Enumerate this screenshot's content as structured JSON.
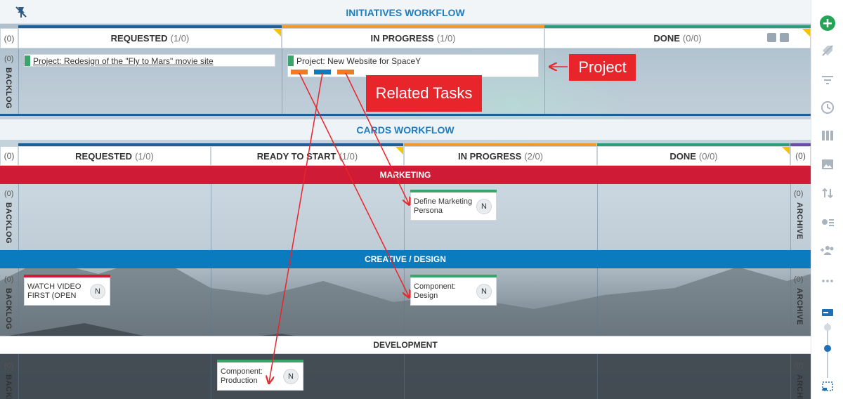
{
  "initiatives": {
    "title": "INITIATIVES WORKFLOW",
    "row_label": "BACKLOG",
    "row_count": "(0)",
    "left_count": "(0)",
    "columns": [
      {
        "name": "REQUESTED",
        "count": "(1/0)"
      },
      {
        "name": "IN PROGRESS",
        "count": "(1/0)"
      },
      {
        "name": "DONE",
        "count": "(0/0)"
      }
    ],
    "cards": [
      {
        "text": "Project: Redesign of the \"Fly to Mars\" movie site",
        "color": "#3aa56a"
      },
      {
        "text": "Project: New Website for SpaceY",
        "color": "#3aa56a"
      }
    ]
  },
  "cards_workflow": {
    "title": "CARDS WORKFLOW",
    "left_count": "(0)",
    "right_count": "(0)",
    "columns": [
      {
        "name": "REQUESTED",
        "count": "(1/0)"
      },
      {
        "name": "READY TO START",
        "count": "(1/0)"
      },
      {
        "name": "IN PROGRESS",
        "count": "(2/0)"
      },
      {
        "name": "DONE",
        "count": "(0/0)"
      }
    ],
    "lanes": [
      {
        "name": "MARKETING",
        "left_label": "BACKLOG",
        "right_label": "ARCHIVE",
        "count": "(0)"
      },
      {
        "name": "CREATIVE / DESIGN",
        "left_label": "BACKLOG",
        "right_label": "ARCHIVE",
        "count": "(0)"
      },
      {
        "name": "DEVELOPMENT",
        "left_label": "BACKLOG",
        "right_label": "ARCHIVE",
        "count": "(0)"
      }
    ],
    "cards": [
      {
        "text_line1": "Define Marketing",
        "text_line2": "Persona",
        "avatar": "N"
      },
      {
        "text_line1": "WATCH VIDEO",
        "text_line2": "FIRST (OPEN",
        "avatar": "N"
      },
      {
        "text_line1": "Component:",
        "text_line2": "Design",
        "avatar": "N"
      },
      {
        "text_line1": "Component:",
        "text_line2": "Production",
        "avatar": "N"
      }
    ]
  },
  "callouts": {
    "project": "Project",
    "related": "Related Tasks"
  },
  "colors": {
    "accent": "#1e7dbf",
    "marketing": "#cf1b36",
    "creative": "#0a7bbf",
    "green": "#3aa56a",
    "orange": "#f37a22",
    "callout": "#e8252b"
  }
}
